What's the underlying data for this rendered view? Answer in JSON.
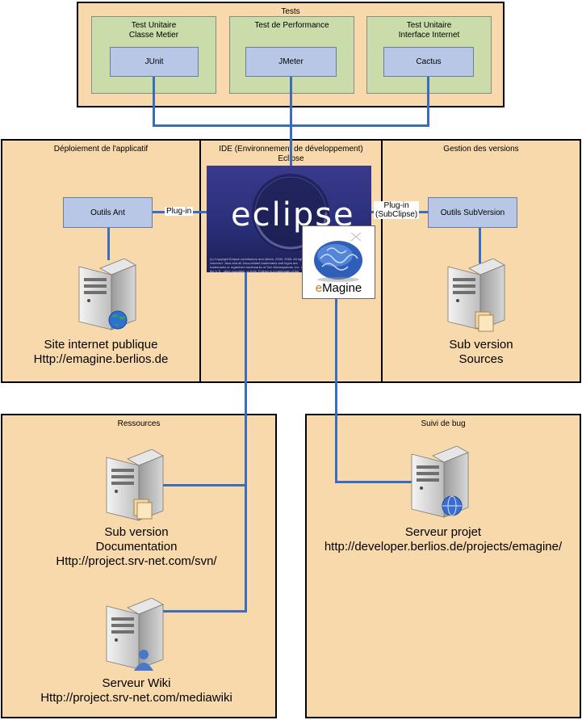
{
  "tests": {
    "title": "Tests",
    "groups": [
      {
        "title_line1": "Test Unitaire",
        "title_line2": "Classe Metier",
        "tool": "JUnit"
      },
      {
        "title_line1": "Test de Performance",
        "title_line2": "",
        "tool": "JMeter"
      },
      {
        "title_line1": "Test Unitaire",
        "title_line2": "Interface Internet",
        "tool": "Cactus"
      }
    ]
  },
  "deploiement": {
    "title": "Déploiement de l'applicatif",
    "tool": "Outils Ant",
    "plugin": "Plug-in",
    "server_line1": "Site internet publique",
    "server_line2": "Http://emagine.berlios.de"
  },
  "ide": {
    "title_line1": "IDE (Environnement de développement)",
    "title_line2": "Eclipse",
    "logo_word": "eclipse",
    "copyright": "(c) Copyright Eclipse contributors and others. 2000, 2005. All rights reserved. Java and all Java-related trademarks and logos are trademarks or registered trademarks of Sun Microsystems, Inc. in the U.S., other countries, or both. Eclipse is a trademark of the Eclipse Foundation, Inc.",
    "emagine_e": "e",
    "emagine_rest": "Magine"
  },
  "versions": {
    "title": "Gestion des versions",
    "tool": "Outils SubVersion",
    "plugin_line1": "Plug-in",
    "plugin_line2": "(SubClipse)",
    "server_line1": "Sub version",
    "server_line2": "Sources"
  },
  "ressources": {
    "title": "Ressources",
    "svn_line1": "Sub version",
    "svn_line2": "Documentation",
    "svn_line3": "Http://project.srv-net.com/svn/",
    "wiki_line1": "Serveur Wiki",
    "wiki_line2": "Http://project.srv-net.com/mediawiki"
  },
  "bugs": {
    "title": "Suivi de bug",
    "server_line1": "Serveur projet",
    "server_line2": "http://developer.berlios.de/projects/emagine/"
  },
  "colors": {
    "panel": "#f8d9ac",
    "group": "#c9dcaa",
    "tool": "#b7c7e5",
    "connector": "#3b6dbf"
  }
}
